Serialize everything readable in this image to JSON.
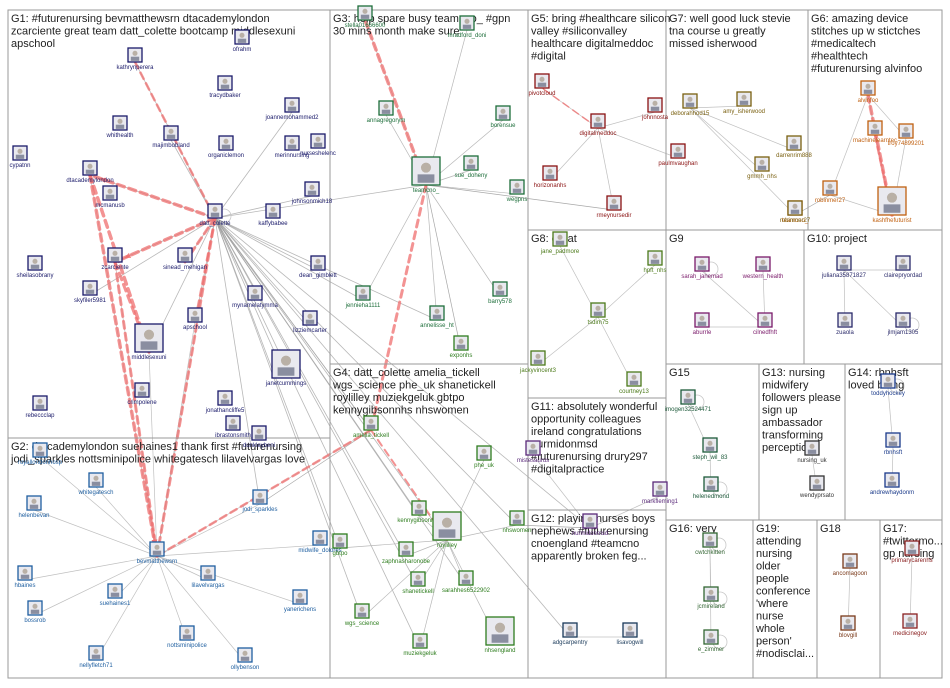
{
  "groups": [
    {
      "id": "G1",
      "title_lines": [
        "G1: #futurenursing bevmatthewsrn dtacademylondon",
        "zcarciente great team datt_colette bootcamp middlesexuni",
        "apschool"
      ]
    },
    {
      "id": "G2",
      "title_lines": [
        "G2: dtacademylondon suehaines1 thank first #futurenursing",
        "jodi_sparkles nottsminipolice whitegatesch lilavelvargas love"
      ]
    },
    {
      "id": "G3",
      "title_lines": [
        "G3: help spare busy teamcno_ #gpn",
        "30 mins month make sure"
      ]
    },
    {
      "id": "G4",
      "title_lines": [
        "G4: datt_colette amelia_tickell",
        "wgs_science phe_uk shanetickell",
        "roylilley muziekgeluk gbtpo",
        "kennygibsonnhs nhswomen"
      ]
    },
    {
      "id": "G5",
      "title_lines": [
        "G5: bring #healthcare silicon",
        "valley #siliconvalley",
        "healthcare digitalmeddoc",
        "#digital"
      ]
    },
    {
      "id": "G6",
      "title_lines": [
        "G6: amazing device",
        "stitches up w stictches",
        "#medicaltech",
        "#healthtech",
        "#futurenursing alvinfoo"
      ]
    },
    {
      "id": "G7",
      "title_lines": [
        "G7: well good luck stevie",
        "tna course u greatly",
        "missed isherwood"
      ]
    },
    {
      "id": "G8",
      "title_lines": [
        "G8: great"
      ]
    },
    {
      "id": "G9",
      "title_lines": [
        "G9"
      ]
    },
    {
      "id": "G10",
      "title_lines": [
        "G10: project"
      ]
    },
    {
      "id": "G11",
      "title_lines": [
        "G11: absolutely wonderful",
        "opportunity colleagues",
        "ireland congratulations",
        "nurmidonmsd",
        "#futurenursing drury297",
        "#digitalpractice"
      ]
    },
    {
      "id": "G12",
      "title_lines": [
        "G12: playing nurses boys",
        "nephews #futurenursing",
        "cnoengland #teamcno",
        "apparently broken feg..."
      ]
    },
    {
      "id": "G13",
      "title_lines": [
        "G13: nursing",
        "midwifery",
        "followers please",
        "sign up",
        "ambassador",
        "transforming",
        "perception"
      ]
    },
    {
      "id": "G14",
      "title_lines": [
        "G14: rbnhsft",
        "loved being"
      ]
    },
    {
      "id": "G15",
      "title_lines": [
        "G15"
      ]
    },
    {
      "id": "G16",
      "title_lines": [
        "G16: very"
      ]
    },
    {
      "id": "G17",
      "title_lines": [
        "G17:",
        "#twittermo...",
        "gp nursing"
      ]
    },
    {
      "id": "G18",
      "title_lines": [
        "G18"
      ]
    },
    {
      "id": "G19",
      "title_lines": [
        "G19:",
        "attending",
        "nursing",
        "older",
        "people",
        "conference",
        "'where",
        "nurse",
        "whole",
        "person'",
        "#nodisclai..."
      ]
    }
  ],
  "nodes": {
    "G1": [
      "kathrynperera",
      "ofrahm",
      "tracydbaker",
      "joannemohammed2",
      "whithealth",
      "majimbobland",
      "organiclemon",
      "merinnursing",
      "cypatnn",
      "dtacademylondon",
      "mcmanusb",
      "datt_colette",
      "nurseshelenc",
      "johnsonmich18",
      "kaffybabee",
      "zcarciente",
      "sinead_mehigan",
      "dean_gimblett",
      "sheilasobrany",
      "skyfiler5981",
      "apschool",
      "mynamelatymma",
      "lizziemcarter",
      "middlesexuni",
      "janetcummings",
      "crimpolene",
      "rebeccclap",
      "jonathancliffe5",
      "ibrastonsmith",
      "dunkleybeni"
    ],
    "G2": [
      "royallondonhosp",
      "whitegatesch",
      "helenbevan",
      "jodi_sparkles",
      "midwife_dolores",
      "bevmatthewsrn",
      "hbaines",
      "lilavelvargas",
      "suehaines1",
      "yanerichens",
      "bossrob",
      "nottsminipolice",
      "nellyfletch71",
      "ollybenson"
    ],
    "G3": [
      "stella01666600",
      "mradford_doni",
      "borensue",
      "annagregorym",
      "teamcno_",
      "sue_doheny",
      "wegpns",
      "jennieha1111",
      "barry578",
      "annelisse_ht"
    ],
    "G4": [
      "amelia_tickell",
      "phe_uk",
      "gbtpo",
      "kennygibsonnhs",
      "zaphnasharonobe",
      "roylilley",
      "shanetickell",
      "sarahhes6522902",
      "wgs_science",
      "nhsengland",
      "muziekgeluk",
      "nhswomen",
      "exponhs"
    ],
    "G5": [
      "pivotcloud",
      "johnnosta",
      "digitalmeddoc",
      "paulmvaughan",
      "horizonanhs",
      "rmeynursedir"
    ],
    "G6": [
      "alvinfoo",
      "machinelearntec",
      "troy74899201",
      "robinmer27",
      "teamcno_",
      "kashfhefuturist"
    ],
    "G7": [
      "deborahhod15",
      "amy_isherwood",
      "darrenrim888",
      "gmmh_nhs",
      "robinmer27"
    ],
    "G8": [
      "jane_padmore",
      "hpft_nhs",
      "tsdim75",
      "jackyvincent3",
      "courtney13"
    ],
    "G9": [
      "sarah_janemad",
      "western_health",
      "aburrle",
      "cilnedfhft"
    ],
    "G10": [
      "juliana35871827",
      "clairepryordad",
      "zuaola",
      "jlmjam1305"
    ],
    "G11": [
      "nurmidonmsd",
      "mistesaurus",
      "markfleming1"
    ],
    "G12": [
      "adgcarpentry",
      "lisavogwill"
    ],
    "G13": [
      "nursing_uk",
      "wendyprsato"
    ],
    "G14": [
      "toddyhockey",
      "rbnhsft",
      "andrewhaydonm"
    ],
    "G15": [
      "imogen32524471",
      "steph_wil_83",
      "helenedmond"
    ],
    "G16": [
      "cwtchkitten",
      "jcmireland",
      "e_zimmer"
    ],
    "G17": [
      "primarycarenhs",
      "medicinegov"
    ],
    "G18": [
      "ancomagoon",
      "blovgill"
    ]
  }
}
